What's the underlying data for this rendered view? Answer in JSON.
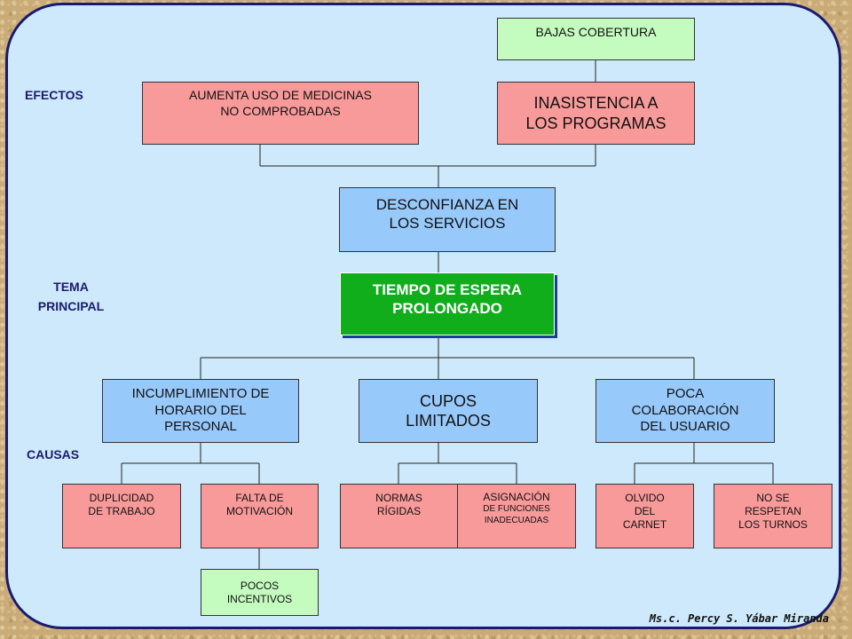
{
  "labels": {
    "efectos": "EFECTOS",
    "tema_line1": "TEMA",
    "tema_line2": "PRINCIPAL",
    "causas": "CAUSAS"
  },
  "effects": {
    "bajas_cobertura": "BAJAS COBERTURA",
    "aumenta_uso": [
      "AUMENTA USO DE MEDICINAS",
      "NO COMPROBADAS"
    ],
    "inasistencia": [
      "INASISTENCIA A",
      "LOS PROGRAMAS"
    ],
    "desconfianza": [
      "DESCONFIANZA EN",
      "LOS SERVICIOS"
    ]
  },
  "main_topic": [
    "TIEMPO DE ESPERA",
    "PROLONGADO"
  ],
  "causes": {
    "incumplimiento": [
      "INCUMPLIMIENTO DE",
      "HORARIO DEL",
      "PERSONAL"
    ],
    "cupos": [
      "CUPOS",
      "LIMITADOS"
    ],
    "poca_colaboracion": [
      "POCA",
      "COLABORACIÓN",
      "DEL USUARIO"
    ],
    "duplicidad": [
      "DUPLICIDAD",
      "DE TRABAJO"
    ],
    "falta_motivacion": [
      "FALTA DE",
      "MOTIVACIÓN"
    ],
    "normas": [
      "NORMAS",
      "RÍGIDAS"
    ],
    "asignacion": [
      "ASIGNACIÓN",
      "DE FUNCIONES",
      "INADECUADAS"
    ],
    "olvido": [
      "OLVIDO",
      "DEL",
      "CARNET"
    ],
    "no_respetan": [
      "NO SE",
      "RESPETAN",
      "LOS TURNOS"
    ],
    "pocos_incentivos": [
      "POCOS",
      "INCENTIVOS"
    ]
  },
  "signature": "Ms.c. Percy S. Yábar Miranda"
}
